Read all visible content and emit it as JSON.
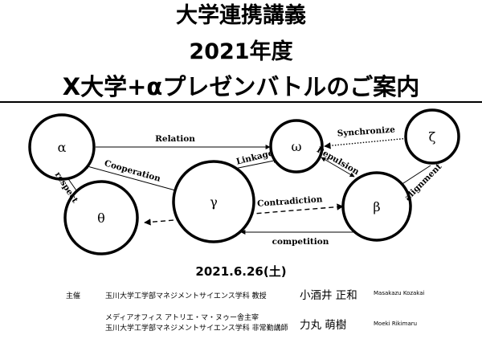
{
  "header": {
    "line1": "大学連携講義",
    "line2": "2021年度",
    "line3": "X大学+αプレゼンバトルのご案内"
  },
  "diagram": {
    "nodes": {
      "alpha": "α",
      "omega": "ω",
      "zeta": "ζ",
      "gamma": "γ",
      "theta": "θ",
      "beta": "β"
    },
    "edges": {
      "relation": "Relation",
      "synchronize": "Synchronize",
      "linkage": "Linkage",
      "repulsion": "Repulsion",
      "cooperation": "Cooperation",
      "respect": "respect",
      "alignment": "alignment",
      "contradiction": "Contradiction",
      "competition": "competition"
    }
  },
  "event": {
    "date": "2021.6.26(土)"
  },
  "organizers": {
    "host_label": "主催",
    "host_affiliation": "玉川大学工学部マネジメントサイエンス学科 教授",
    "host_name": "小酒井 正和",
    "host_name_roman": "Masakazu Kozakai",
    "guest_affiliation_1": "メディアオフィス アトリエ・マ・ヌゥー舎主宰",
    "guest_affiliation_2": "玉川大学工学部マネジメントサイエンス学科 非常勤講師",
    "guest_name": "力丸 萌樹",
    "guest_name_roman": "Moeki Rikimaru"
  }
}
